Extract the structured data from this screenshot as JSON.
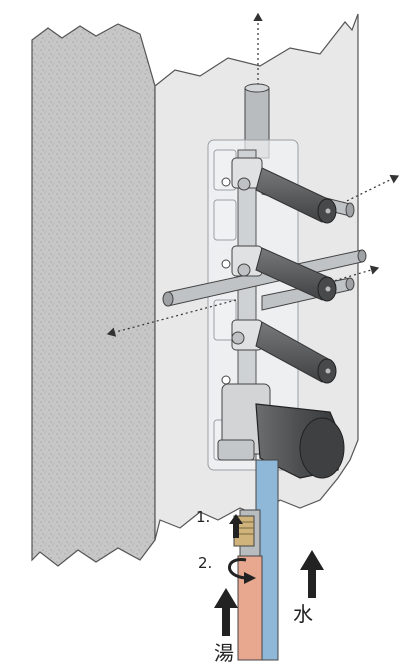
{
  "labels": {
    "step1": "1.",
    "step2": "2.",
    "cold_water": "水",
    "hot_water": "湯"
  },
  "colors": {
    "wall_face": "#e6e6e6",
    "wall_side": "#c9c9c9",
    "pipe_grey": "#b8bcbf",
    "pipe_dark": "#55585b",
    "handle": "#5a5c5e",
    "cold_pipe": "#8fb7d8",
    "hot_pipe": "#e8a890",
    "fitting": "#d9dadb"
  },
  "icons": [
    "dotted-arrow-icon",
    "up-arrow-icon",
    "rotate-arrow-icon"
  ]
}
